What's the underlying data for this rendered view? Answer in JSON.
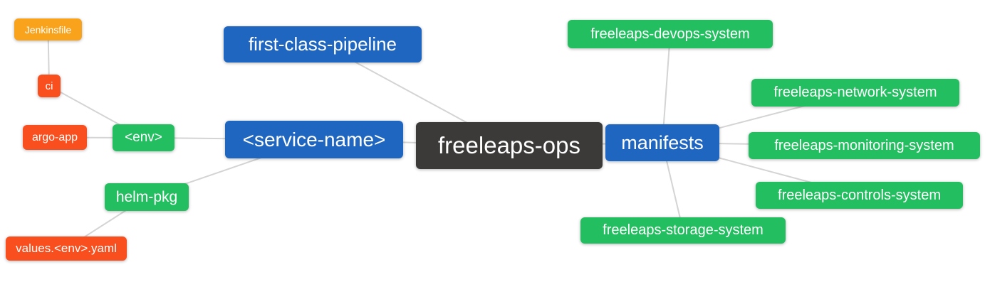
{
  "diagram": {
    "type": "mindmap",
    "background_color": "#ffffff",
    "edge_color": "#d4d4d4",
    "text_color": "#ffffff",
    "palette": {
      "root": "#3B3A39",
      "branch": "#1F66C1",
      "level3": "#22BE5F",
      "level4": "#F94E1E",
      "level5": "#F9A21B"
    },
    "nodes": {
      "freeleaps_ops": {
        "label": "freeleaps-ops",
        "level": "root"
      },
      "first_class_pipeline": {
        "label": "first-class-pipeline",
        "level": "branch"
      },
      "service_name": {
        "label": "<service-name>",
        "level": "branch"
      },
      "manifests": {
        "label": "manifests",
        "level": "branch"
      },
      "env": {
        "label": "<env>",
        "level": "level3"
      },
      "helm_pkg": {
        "label": "helm-pkg",
        "level": "level3"
      },
      "ci": {
        "label": "ci",
        "level": "level4"
      },
      "argo_app": {
        "label": "argo-app",
        "level": "level4"
      },
      "values_env_yaml": {
        "label": "values.<env>.yaml",
        "level": "level4"
      },
      "jenkinsfile": {
        "label": "Jenkinsfile",
        "level": "level5"
      },
      "devops_system": {
        "label": "freeleaps-devops-system",
        "level": "level3"
      },
      "network_system": {
        "label": "freeleaps-network-system",
        "level": "level3"
      },
      "monitoring_system": {
        "label": "freeleaps-monitoring-system",
        "level": "level3"
      },
      "controls_system": {
        "label": "freeleaps-controls-system",
        "level": "level3"
      },
      "storage_system": {
        "label": "freeleaps-storage-system",
        "level": "level3"
      }
    },
    "edges": [
      [
        "jenkinsfile",
        "ci"
      ],
      [
        "ci",
        "env"
      ],
      [
        "argo_app",
        "env"
      ],
      [
        "env",
        "service_name"
      ],
      [
        "helm_pkg",
        "service_name"
      ],
      [
        "values_env_yaml",
        "helm_pkg"
      ],
      [
        "first_class_pipeline",
        "freeleaps_ops"
      ],
      [
        "service_name",
        "freeleaps_ops"
      ],
      [
        "freeleaps_ops",
        "manifests"
      ],
      [
        "manifests",
        "devops_system"
      ],
      [
        "manifests",
        "network_system"
      ],
      [
        "manifests",
        "monitoring_system"
      ],
      [
        "manifests",
        "controls_system"
      ],
      [
        "manifests",
        "storage_system"
      ]
    ]
  }
}
